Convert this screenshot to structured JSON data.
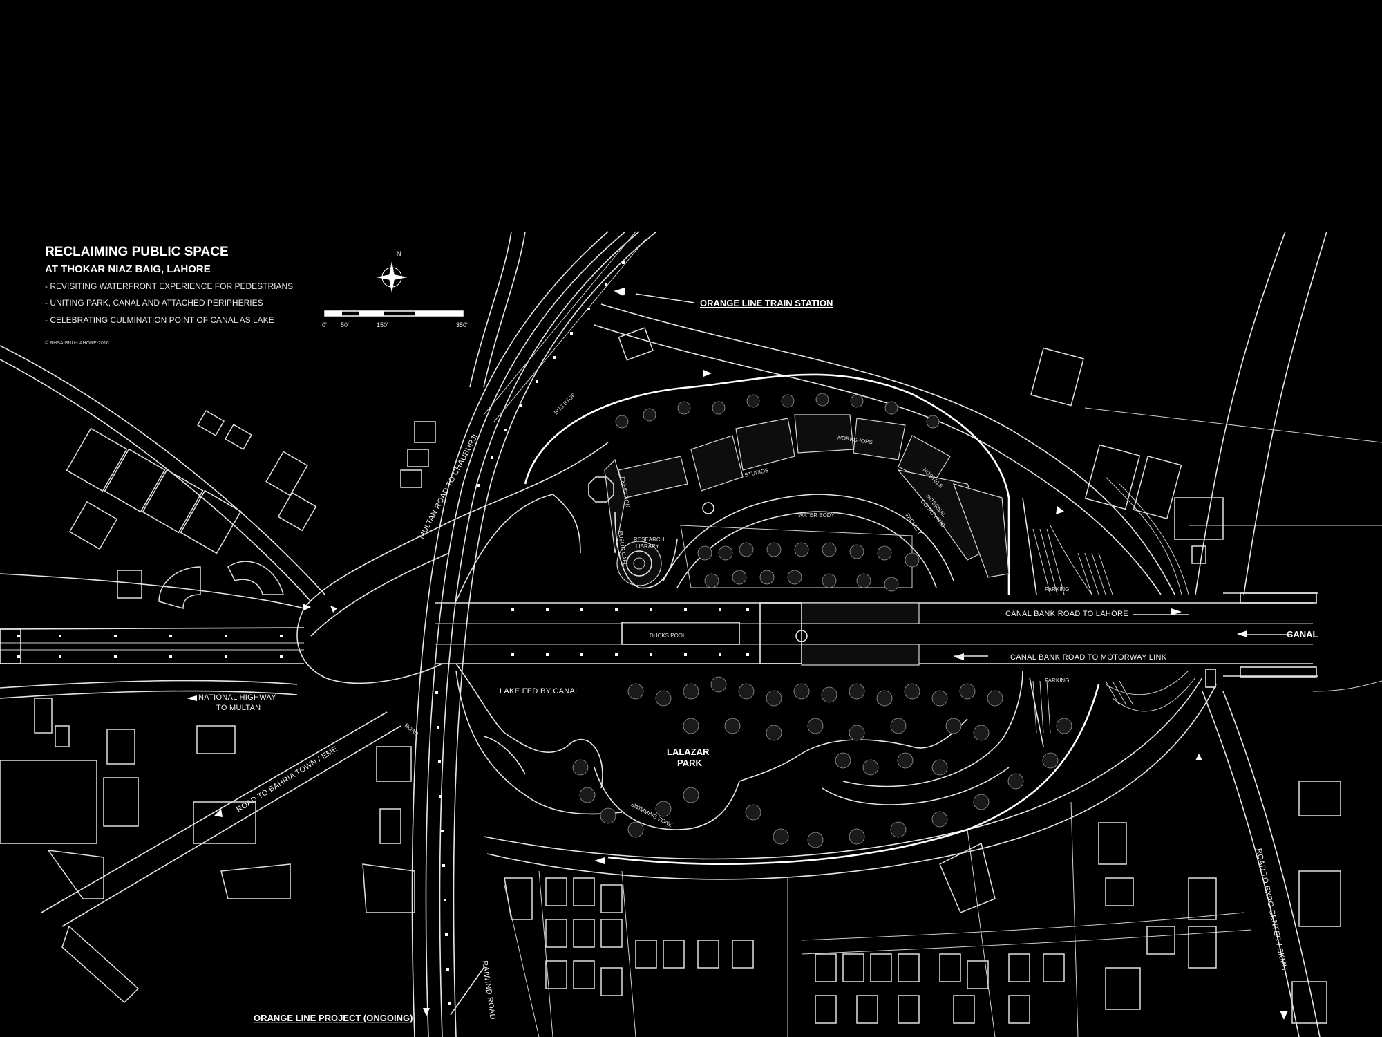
{
  "title": {
    "main": "RECLAIMING PUBLIC SPACE",
    "sub": "AT THOKAR NIAZ  BAIG, LAHORE",
    "bullets": [
      "- REVISITING WATERFRONT EXPERIENCE FOR PEDESTRIANS",
      "- UNITING PARK, CANAL AND ATTACHED PERIPHERIES",
      "- CELEBRATING CULMINATION POINT OF CANAL AS LAKE"
    ],
    "copyright": "© RHSA-BNU-LAHORE-2016"
  },
  "north": "N",
  "scale_bar": [
    "0'",
    "50'",
    "150'",
    "350'"
  ],
  "labels": {
    "orange_station": "ORANGE LINE TRAIN STATION",
    "orange_project": "ORANGE LINE PROJECT (ONGOING)",
    "bus_stop": "BUS STOP",
    "multan_road": "MULTAN ROAD TO CHAUBURJI",
    "exhibition": "EXHIBITION",
    "public_cafe": "PUBLIC CAFE",
    "research_library": "RESEARCH",
    "research_library2": "LIBRARY",
    "studios": "STUDIOS",
    "workshops": "WORKSHOPS",
    "water_body": "WATER BODY",
    "hostels": "HOSTELS",
    "internal_courtyard": "INTERNAL",
    "internal_courtyard2": "COURTYARD",
    "faculty": "FACULTY",
    "parking_top": "PARKING",
    "parking_bottom": "PARKING",
    "canal_to_lahore": "CANAL BANK ROAD TO LAHORE",
    "canal": "CANAL",
    "canal_to_motorway": "CANAL BANK ROAD TO MOTORWAY LINK",
    "ducks_pool": "DUCKS POOL",
    "lake": "LAKE FED BY CANAL",
    "national_highway": "NATIONAL HIGHWAY",
    "national_highway2": "TO MULTAN",
    "road": "ROAD",
    "bahria": "ROAD TO BAHRIA TOWN / EME",
    "lalazar": "LALAZAR",
    "lalazar2": "PARK",
    "swimming": "SWIMMING ZONE",
    "raiwind": "RAIWIND ROAD",
    "expo": "ROAD TO EXPO CENTER / SKMH"
  }
}
